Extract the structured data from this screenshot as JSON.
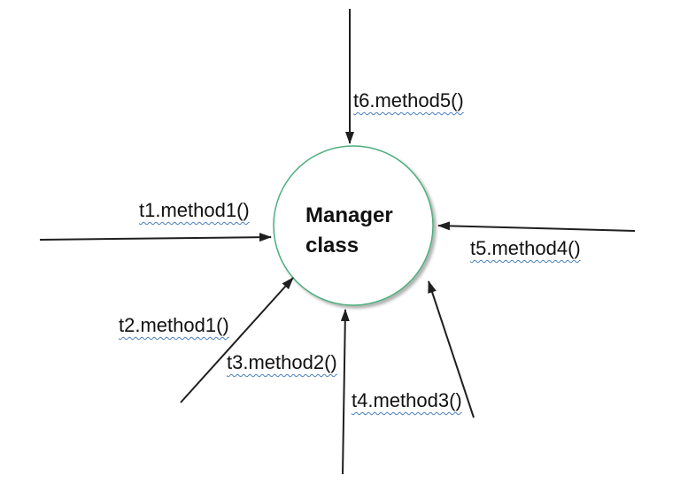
{
  "diagram": {
    "node": {
      "lines": [
        "Manager",
        "class"
      ],
      "full_label": "Manager class"
    },
    "calls": [
      {
        "id": "t1",
        "label": "t1.method1()"
      },
      {
        "id": "t2",
        "label": "t2.method1()"
      },
      {
        "id": "t3",
        "label": "t3.method2()"
      },
      {
        "id": "t4",
        "label": "t4.method3()"
      },
      {
        "id": "t5",
        "label": "t5.method4()"
      },
      {
        "id": "t6",
        "label": "t6.method5()"
      }
    ],
    "colors": {
      "circle_stroke": "#4cae7d",
      "arrow": "#1f1f1f",
      "underline": "#4a7ebb",
      "text": "#111111",
      "background": "#ffffff"
    }
  }
}
